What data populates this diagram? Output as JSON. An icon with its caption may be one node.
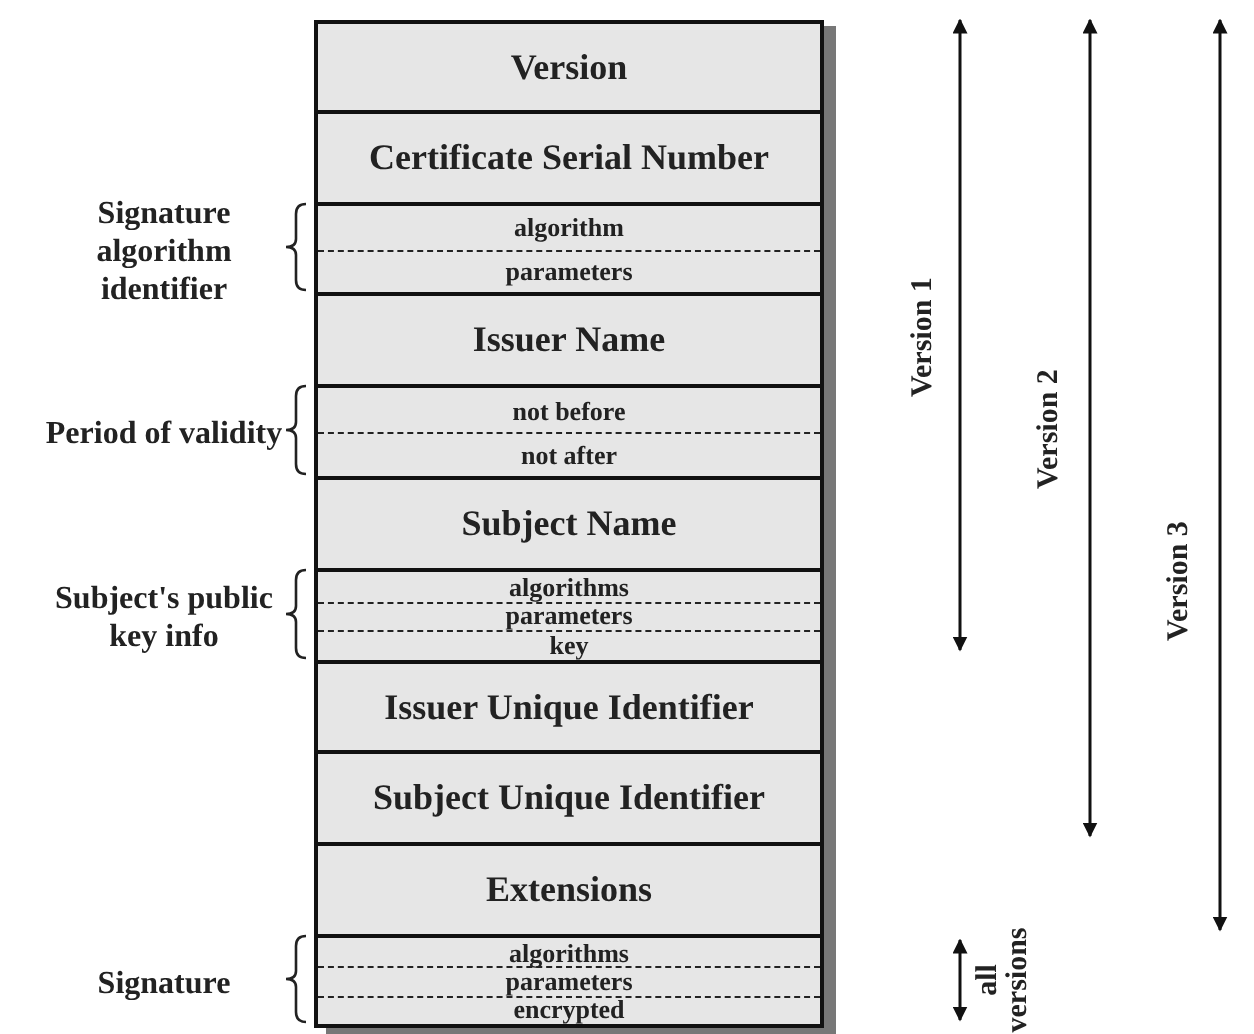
{
  "diagram": {
    "nodes": [
      {
        "text": [
          "Version"
        ]
      },
      {
        "text": [
          "Certificate Serial Number"
        ]
      },
      {
        "text": [
          "algorithm",
          "parameters"
        ],
        "beside": [
          "Signature algorithm identifier"
        ]
      },
      {
        "text": [
          "Issuer Name"
        ]
      },
      {
        "text": [
          "not before",
          "not after"
        ],
        "beside": [
          "Period of validity"
        ]
      },
      {
        "text": [
          "Subject Name"
        ]
      },
      {
        "text": [
          "algorithms",
          "parameters",
          "key"
        ],
        "beside": [
          "Subject's public key info"
        ]
      },
      {
        "text": [
          "Issuer Unique Identifier"
        ]
      },
      {
        "text": [
          "Subject Unique Identifier"
        ]
      },
      {
        "text": [
          "Extensions"
        ]
      },
      {
        "text": [
          "algorithms",
          "parameters",
          "encrypted"
        ],
        "beside": [
          "Signature"
        ]
      }
    ],
    "labels": [
      "Version 1",
      "Version 2",
      "Version 3",
      "all versions"
    ]
  }
}
